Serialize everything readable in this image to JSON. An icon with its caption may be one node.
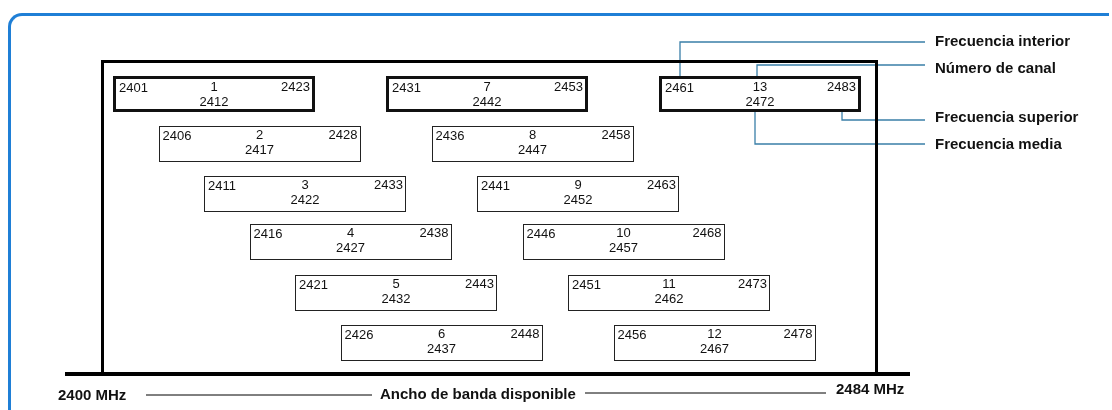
{
  "diagram": {
    "nodes": [
      {
        "text": [],
        "shape": "box"
      },
      {
        "text": [
          "2401",
          "1",
          "2423",
          "2412"
        ],
        "in": 0
      },
      {
        "text": [
          "2406",
          "2",
          "2428",
          "2417"
        ],
        "in": 0
      },
      {
        "text": [
          "2411",
          "3",
          "2433",
          "2422"
        ],
        "in": 0
      },
      {
        "text": [
          "2416",
          "4",
          "2438",
          "2427"
        ],
        "in": 0
      },
      {
        "text": [
          "2421",
          "5",
          "2443",
          "2432"
        ],
        "in": 0
      },
      {
        "text": [
          "2426",
          "6",
          "2448",
          "2437"
        ],
        "in": 0
      },
      {
        "text": [
          "2431",
          "7",
          "2453",
          "2442"
        ],
        "in": 0
      },
      {
        "text": [
          "2436",
          "8",
          "2458",
          "2447"
        ],
        "in": 0
      },
      {
        "text": [
          "2441",
          "9",
          "2463",
          "2452"
        ],
        "in": 0
      },
      {
        "text": [
          "2446",
          "10",
          "2468",
          "2457"
        ],
        "in": 0
      },
      {
        "text": [
          "2451",
          "11",
          "2473",
          "2462"
        ],
        "in": 0
      },
      {
        "text": [
          "2456",
          "12",
          "2478",
          "2467"
        ],
        "in": 0
      },
      {
        "text": [
          "2461",
          "13",
          "2483",
          "2472"
        ],
        "in": 0
      },
      {
        "text": [
          "Frecuencia interior"
        ]
      },
      {
        "text": [
          "Número de canal"
        ]
      },
      {
        "text": [
          "Frecuencia superior"
        ]
      },
      {
        "text": [
          "Frecuencia media"
        ]
      }
    ],
    "edges": [
      {
        "from": 14,
        "to": 13,
        "arrow": "none"
      },
      {
        "from": 15,
        "to": 13,
        "arrow": "none"
      },
      {
        "from": 16,
        "to": 13,
        "arrow": "none"
      },
      {
        "from": 17,
        "to": 13,
        "arrow": "none"
      }
    ],
    "labels": [
      "2400 MHz",
      "Ancho de banda disponible",
      "2484 MHz"
    ]
  }
}
